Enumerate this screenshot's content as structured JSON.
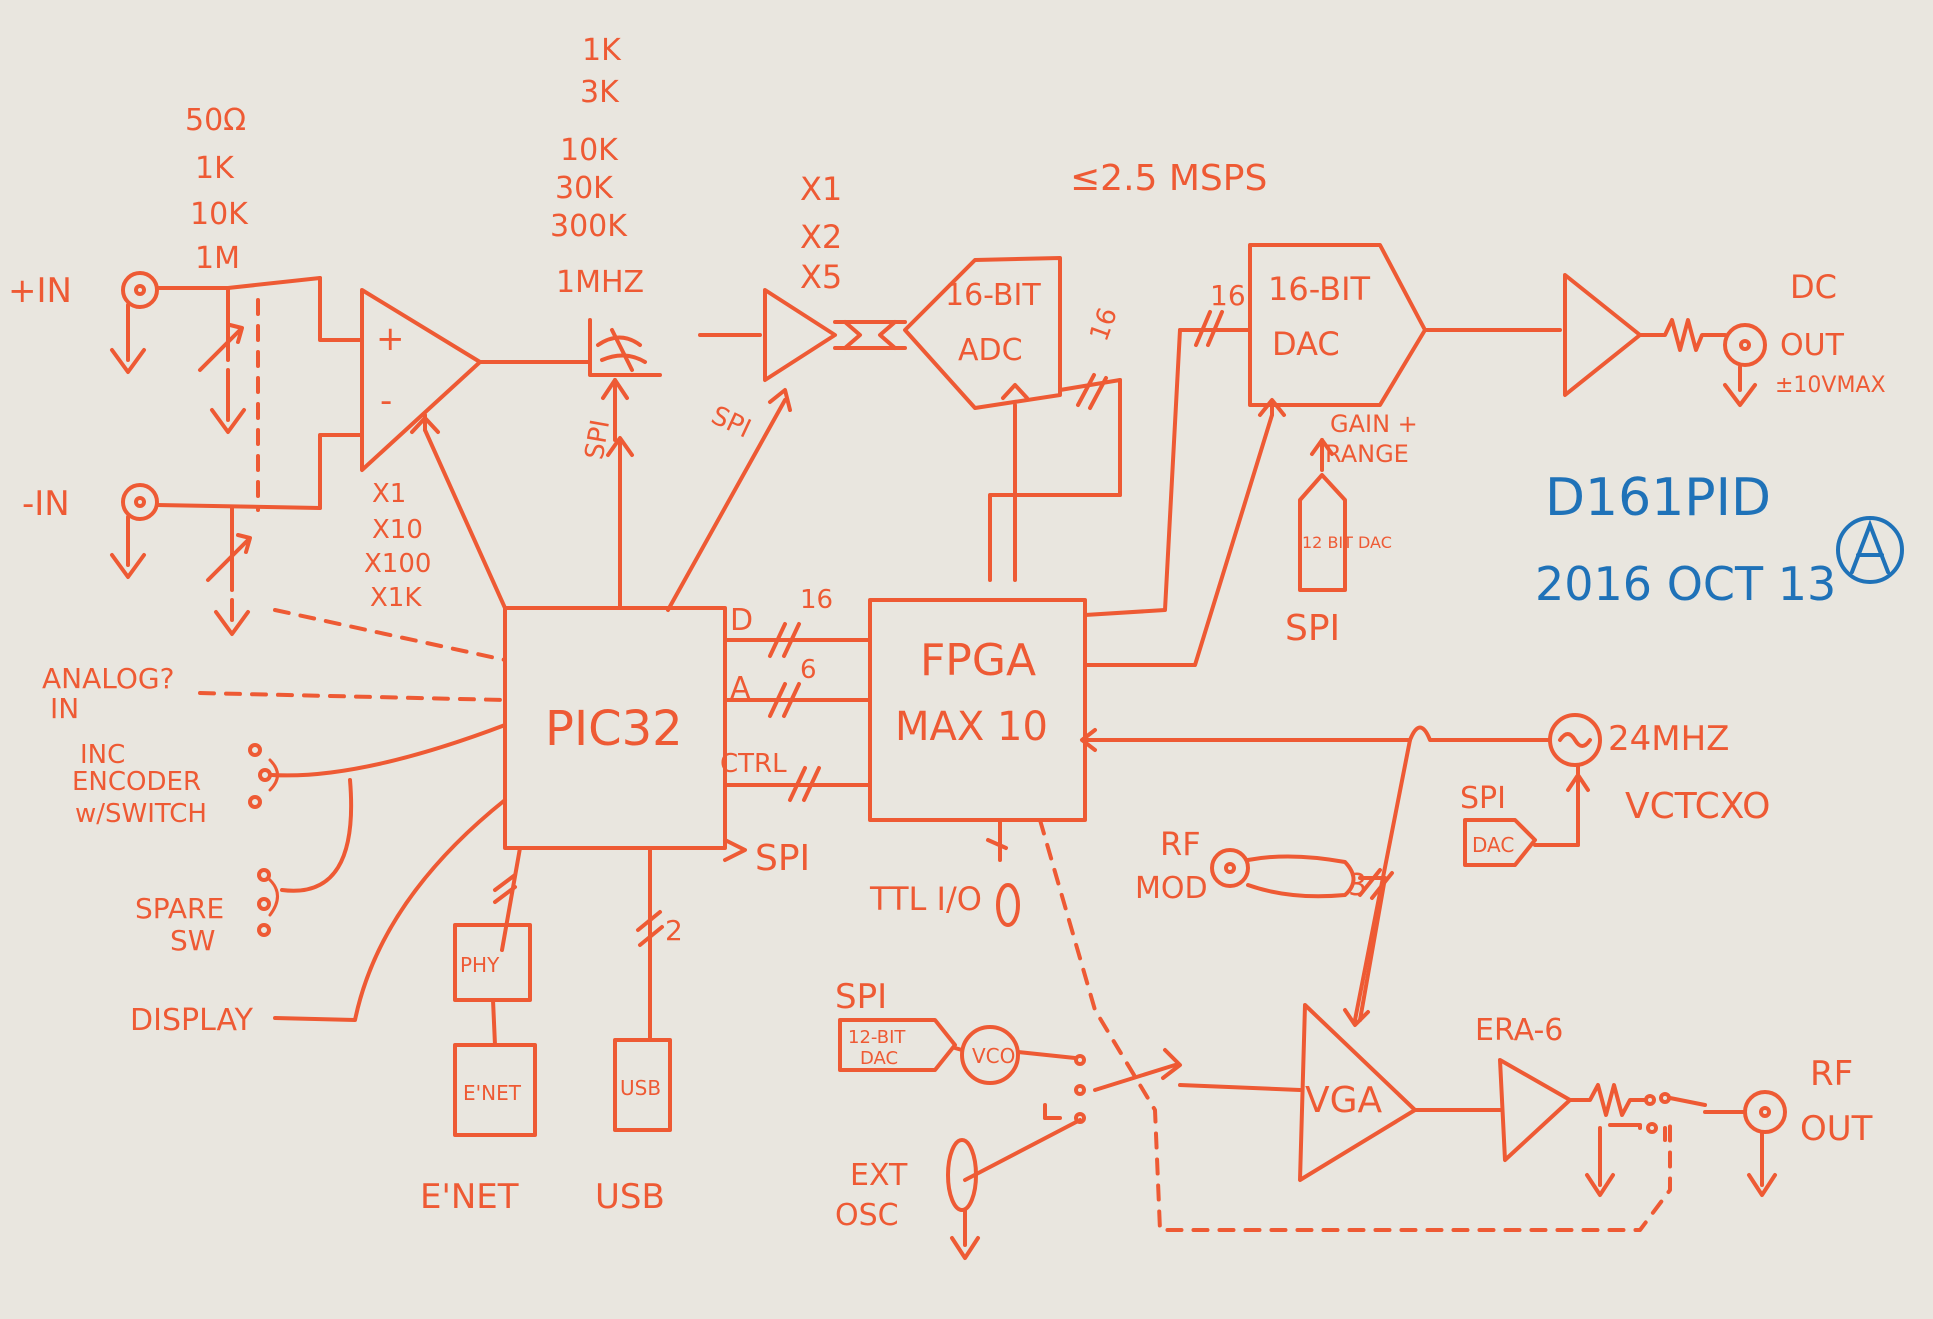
{
  "input": {
    "plus": "+IN",
    "minus": "-IN",
    "impedances": [
      "50Ω",
      "1K",
      "10K",
      "1M"
    ],
    "amp_gains": [
      "X1",
      "X10",
      "X100",
      "X1K"
    ],
    "amp_plus": "+",
    "amp_minus": "-"
  },
  "filter": {
    "cutoffs": [
      "1K",
      "3K",
      "10K",
      "30K",
      "300K",
      "1MHZ"
    ],
    "spi": "SPI"
  },
  "pga": {
    "gains": [
      "X1",
      "X2",
      "X5"
    ],
    "spi": "SPI"
  },
  "adc": {
    "label_top": "16-BIT",
    "label_bottom": "ADC",
    "bus_width": "16"
  },
  "rate": "≤2.5 MSPS",
  "dac": {
    "label_top": "16-BIT",
    "label_bottom": "DAC",
    "bus_width": "16",
    "gain_label_1": "GAIN +",
    "gain_label_2": "RANGE",
    "small_dac": "12 BIT DAC",
    "spi": "SPI"
  },
  "dc_out": {
    "label_1": "DC",
    "label_2": "OUT",
    "label_3": "±10VMAX"
  },
  "signature": {
    "line1": "D161PID",
    "line2": "2016 OCT 13"
  },
  "mcu": {
    "label": "PIC32",
    "bus_d": "D",
    "bus_d_width": "16",
    "bus_a": "A",
    "bus_a_width": "6",
    "bus_ctrl": "CTRL",
    "spi": "SPI"
  },
  "fpga": {
    "line1": "FPGA",
    "line2": "MAX 10"
  },
  "left_io": {
    "analog_in_1": "ANALOG?",
    "analog_in_2": "IN",
    "encoder_1": "INC",
    "encoder_2": "ENCODER",
    "encoder_3": "w/SWITCH",
    "spare_1": "SPARE",
    "spare_2": "SW",
    "display": "DISPLAY"
  },
  "enet": {
    "phy": "PHY",
    "box": "E'NET",
    "label": "E'NET"
  },
  "usb": {
    "bus": "2",
    "box": "USB",
    "label": "USB"
  },
  "ttl": "TTL I/O",
  "osc": {
    "freq": "24MHZ",
    "type": "VCTCXO",
    "spi": "SPI",
    "dac": "DAC"
  },
  "rf_mod": {
    "line1": "RF",
    "line2": "MOD",
    "bus": "3"
  },
  "vco": {
    "spi": "SPI",
    "dac_1": "12-BIT",
    "dac_2": "DAC",
    "vco": "VCO"
  },
  "ext_osc": {
    "line1": "EXT",
    "line2": "OSC"
  },
  "vga": "VGA",
  "era": "ERA-6",
  "rf_out": {
    "line1": "RF",
    "line2": "OUT"
  }
}
